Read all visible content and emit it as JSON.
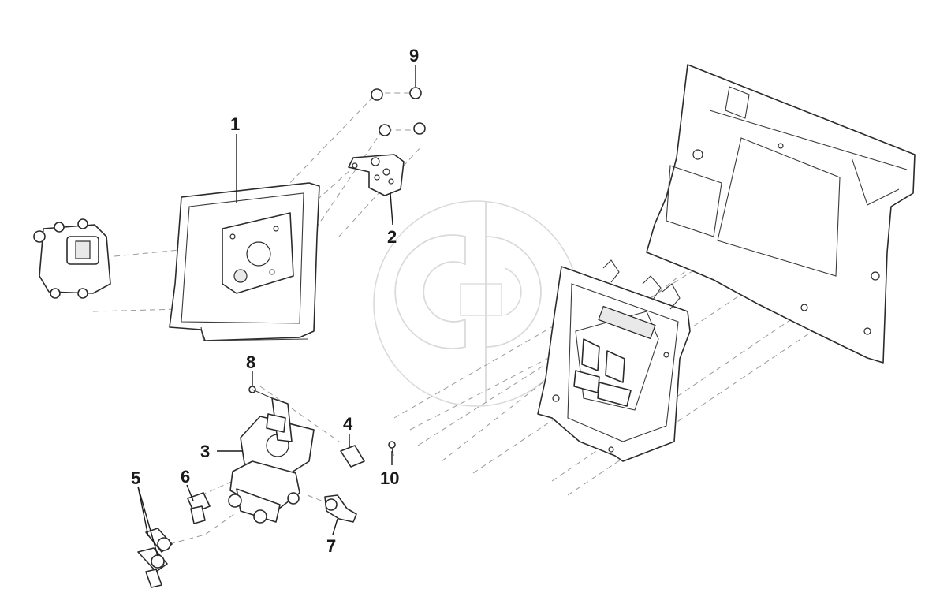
{
  "diagram": {
    "callouts": [
      "1",
      "2",
      "3",
      "4",
      "5",
      "6",
      "7",
      "8",
      "9",
      "10"
    ],
    "watermark": "CP"
  }
}
